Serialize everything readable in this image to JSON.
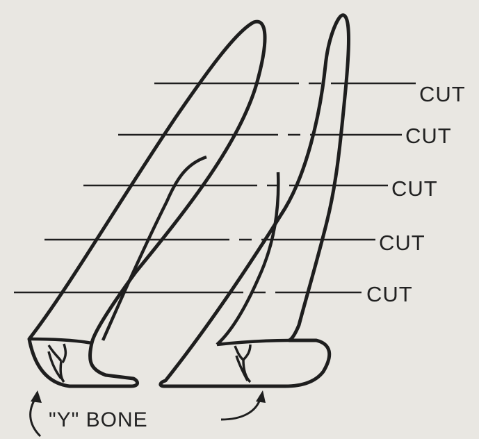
{
  "labels": {
    "cuts": [
      "CUT",
      "CUT",
      "CUT",
      "CUT",
      "CUT"
    ],
    "bone": "\"Y\" BONE"
  },
  "colors": {
    "background": "#e9e7e2",
    "ink": "#1e1e1e"
  }
}
